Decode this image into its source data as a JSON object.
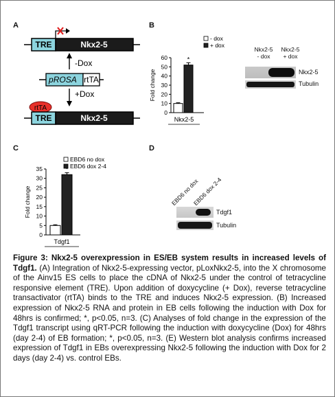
{
  "panels": {
    "A": {
      "letter": "A",
      "top_construct": {
        "tre": "TRE",
        "gene": "Nkx2-5"
      },
      "minus_dox": "-Dox",
      "rosa": {
        "prefix": "p",
        "name": "ROSA",
        "rtta": "rtTA"
      },
      "plus_dox": "+Dox",
      "bottom_construct": {
        "bubble": "rtTA",
        "tre": "TRE",
        "gene": "Nkx2-5"
      }
    },
    "B": {
      "letter": "B",
      "blot": {
        "lane_labels": [
          "Nkx2-5\n- dox",
          "Nkx2-5\n+ dox"
        ],
        "band_labels": [
          "Nkx2-5",
          "Tubulin"
        ]
      }
    },
    "C": {
      "letter": "C"
    },
    "D": {
      "letter": "D",
      "blot": {
        "lane_labels": [
          "EBD6 no dox",
          "EBD6 dox 2-4"
        ],
        "band_labels": [
          "Tdgf1",
          "Tubulin"
        ]
      }
    }
  },
  "chart_data": [
    {
      "type": "bar",
      "panel": "B",
      "categories": [
        "Nkx2-5"
      ],
      "series": [
        {
          "name": "- dox",
          "values": [
            10
          ],
          "error": [
            0.8
          ],
          "color": "#ffffff"
        },
        {
          "name": "+ dox",
          "values": [
            52
          ],
          "error": [
            2.5
          ],
          "color": "#222222"
        }
      ],
      "ylabel": "Fold change",
      "ylim": [
        0,
        60
      ],
      "yticks": [
        0,
        10,
        20,
        30,
        40,
        50,
        60
      ],
      "significance": "*",
      "legend": "top-right"
    },
    {
      "type": "bar",
      "panel": "C",
      "categories": [
        "Tdgf1"
      ],
      "series": [
        {
          "name": "EBD6 no dox",
          "values": [
            5
          ],
          "error": [
            0.4
          ],
          "color": "#ffffff"
        },
        {
          "name": "EBD6 dox 2-4",
          "values": [
            32
          ],
          "error": [
            1.0
          ],
          "color": "#222222"
        }
      ],
      "ylabel": "Fold change",
      "ylim": [
        0,
        35
      ],
      "yticks": [
        0,
        5,
        10,
        15,
        20,
        25,
        30,
        35
      ],
      "significance": "*",
      "legend": "top-right"
    }
  ],
  "caption": {
    "title": "Figure 3: Nkx2-5 overexpression in ES/EB system results in increased levels of Tdgf1.",
    "body": " (A) Integration of Nkx2-5-expressing vector, pLoxNkx2-5, into the X chromosome of the Ainv15 ES cells to place the cDNA of Nkx2-5 under the control of tetracycline responsive element (TRE). Upon addition of doxycycline (+ Dox), reverse tetracycline transactivator (rtTA) binds to the TRE and induces Nkx2-5 expression. (B) Increased expression of Nkx2-5 RNA and protein in EB cells following the induction with Dox for 48hrs is confirmed; *, p<0.05, n=3. (C) Analyses of fold change in the expression of the Tdgf1 transcript using qRT-PCR following the induction with doxycycline (Dox) for 48hrs (day 2-4) of EB formation; *, p<0.05, n=3. (E) Western blot analysis confirms increased expression of Tdgf1 in EBs overexpressing Nkx2-5 following the induction with Dox for 2 days (day 2-4) vs. control EBs."
  }
}
